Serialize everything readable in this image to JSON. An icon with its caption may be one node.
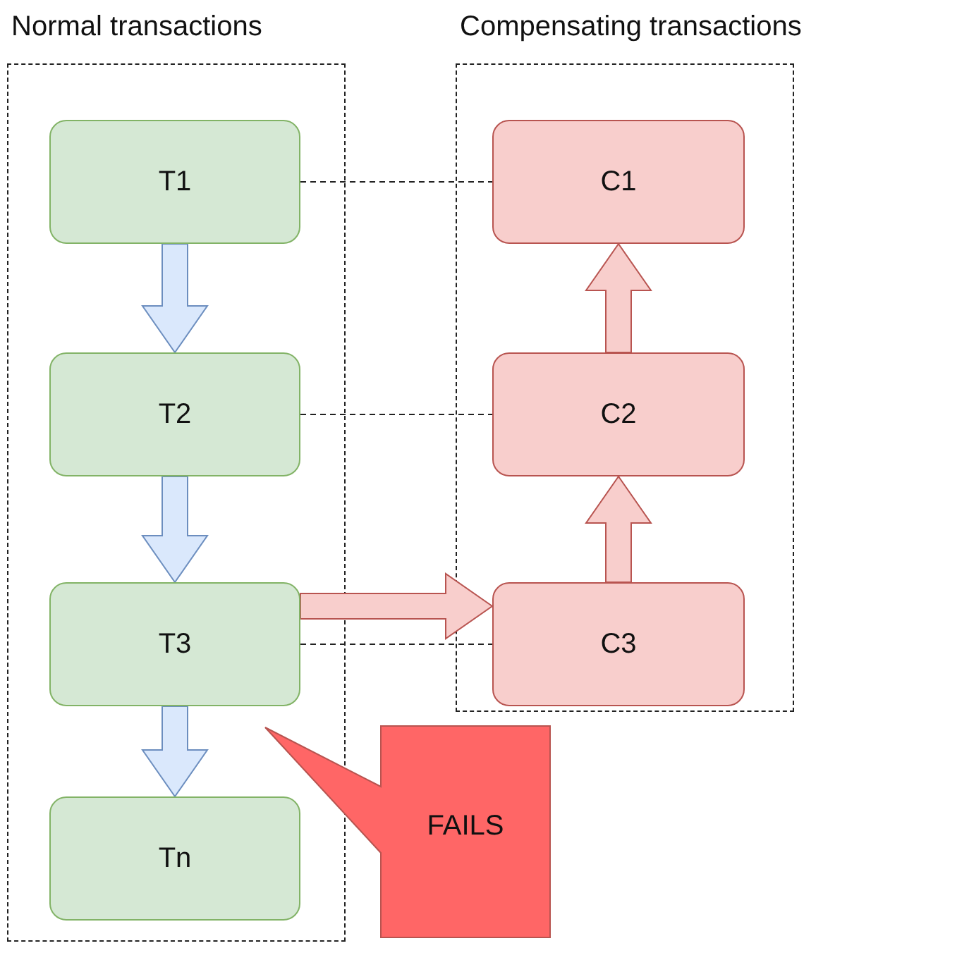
{
  "diagram": {
    "nodes": [
      {
        "text": [
          "Normal transactions"
        ]
      },
      {
        "text": [
          "T1"
        ],
        "in": 0
      },
      {
        "text": [
          "T2"
        ],
        "in": 0
      },
      {
        "text": [
          "T3"
        ],
        "in": 0
      },
      {
        "text": [
          "Tn"
        ],
        "in": 0
      },
      {
        "text": [
          "Compensating transactions"
        ]
      },
      {
        "text": [
          "C1"
        ],
        "in": 5
      },
      {
        "text": [
          "C2"
        ],
        "in": 5
      },
      {
        "text": [
          "C3"
        ],
        "in": 5
      },
      {
        "text": [
          "FAILS"
        ]
      }
    ],
    "edges": [
      {
        "from": 1,
        "to": 2,
        "arrow": "to",
        "style": "thick",
        "color": "#6c8ebf"
      },
      {
        "from": 2,
        "to": 3,
        "arrow": "to",
        "style": "thick",
        "color": "#6c8ebf"
      },
      {
        "from": 3,
        "to": 4,
        "arrow": "to",
        "style": "thick",
        "color": "#6c8ebf"
      },
      {
        "from": 8,
        "to": 7,
        "arrow": "to",
        "style": "thick",
        "color": "#b85450"
      },
      {
        "from": 7,
        "to": 6,
        "arrow": "to",
        "style": "thick",
        "color": "#b85450"
      },
      {
        "from": 3,
        "to": 8,
        "arrow": "to",
        "style": "thick",
        "color": "#b85450"
      },
      {
        "from": 1,
        "to": 6,
        "arrow": "none",
        "style": "dashed"
      },
      {
        "from": 2,
        "to": 7,
        "arrow": "none",
        "style": "dashed"
      },
      {
        "from": 3,
        "to": 8,
        "arrow": "none",
        "style": "dashed"
      }
    ]
  }
}
